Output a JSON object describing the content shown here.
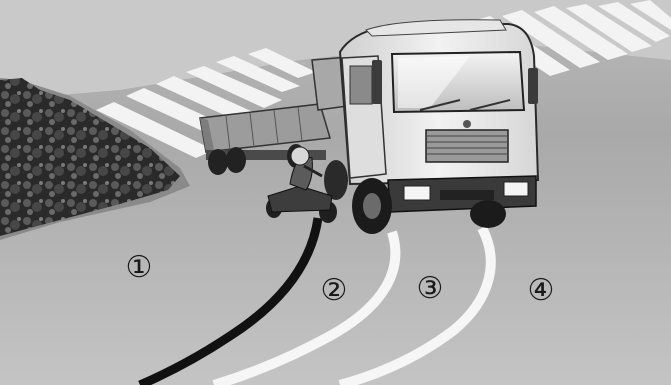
{
  "zone_labels": [
    "①",
    "②",
    "③",
    "④"
  ]
}
